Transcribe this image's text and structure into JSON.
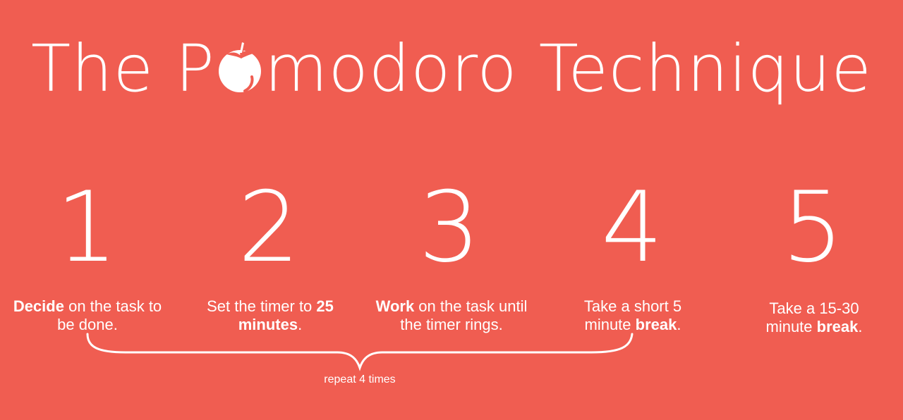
{
  "title": {
    "before": "The P",
    "after": "modoro Technique",
    "icon": "tomato-icon"
  },
  "steps": [
    {
      "number": "1",
      "parts": [
        {
          "t": "Decide",
          "b": true
        },
        {
          "t": " on the task to be done.",
          "b": false
        }
      ]
    },
    {
      "number": "2",
      "parts": [
        {
          "t": "Set the timer to ",
          "b": false
        },
        {
          "t": "25 minutes",
          "b": true
        },
        {
          "t": ".",
          "b": false
        }
      ]
    },
    {
      "number": "3",
      "parts": [
        {
          "t": "Work",
          "b": true
        },
        {
          "t": " on the task until the timer rings.",
          "b": false
        }
      ]
    },
    {
      "number": "4",
      "parts": [
        {
          "t": "Take a short 5 minute ",
          "b": false
        },
        {
          "t": "break",
          "b": true
        },
        {
          "t": ".",
          "b": false
        }
      ]
    },
    {
      "number": "5",
      "parts": [
        {
          "t": "Take a 15-30 minute ",
          "b": false
        },
        {
          "t": "break",
          "b": true
        },
        {
          "t": ".",
          "b": false
        }
      ]
    }
  ],
  "repeat_label": "repeat 4 times",
  "colors": {
    "background": "#f05d51",
    "foreground": "#ffffff"
  }
}
